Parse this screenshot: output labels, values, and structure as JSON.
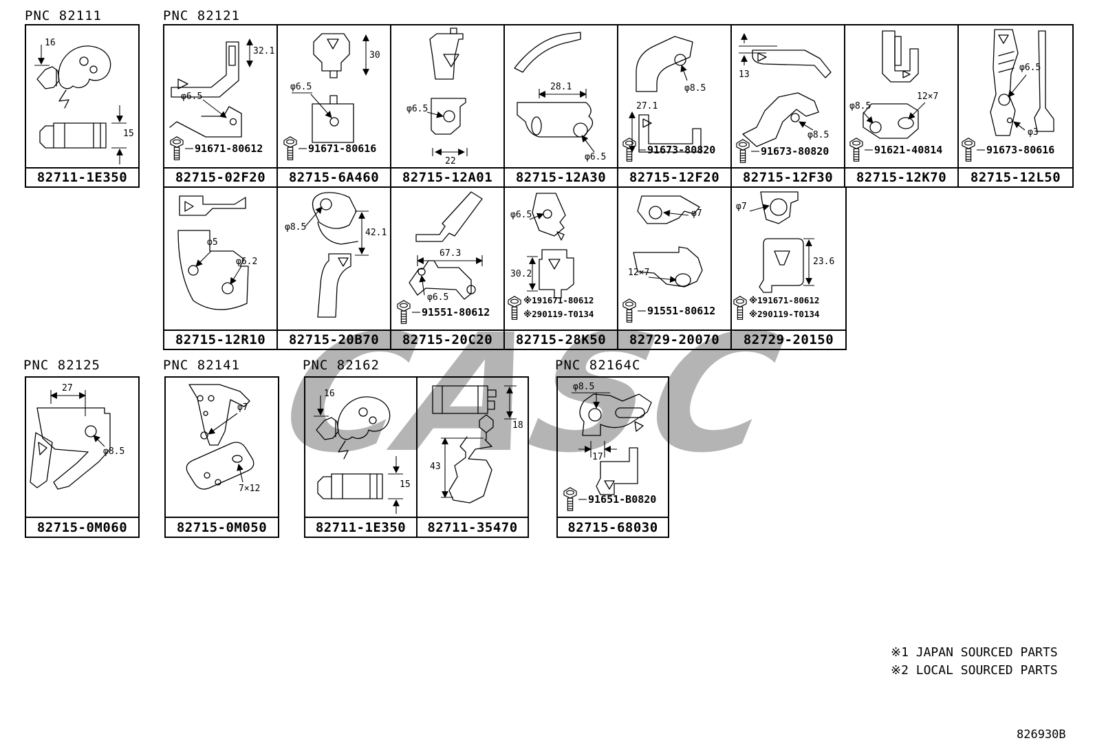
{
  "watermark": "CASC",
  "page": {
    "doc_number": "826930B"
  },
  "footnotes": {
    "f1": "※1 JAPAN SOURCED PARTS",
    "f2": "※2 LOCAL SOURCED PARTS"
  },
  "groups": {
    "g82111": {
      "pnc": "PNC 82111",
      "cell": {
        "part": "82711-1E350",
        "dim1": "16",
        "dim2": "15"
      }
    },
    "g82121": {
      "pnc": "PNC 82121",
      "row1": [
        {
          "part": "82715-02F20",
          "dim1": "32.1",
          "dim2": "φ6.5",
          "bolt": "91671-80612"
        },
        {
          "part": "82715-6A460",
          "dim1": "30",
          "dim2": "φ6.5",
          "bolt": "91671-80616"
        },
        {
          "part": "82715-12A01",
          "dim1": "φ6.5",
          "dim2": "22"
        },
        {
          "part": "82715-12A30",
          "dim1": "28.1",
          "dim2": "φ6.5"
        },
        {
          "part": "82715-12F20",
          "dim1": "27.1",
          "dim2": "φ8.5",
          "bolt": "91673-80820"
        },
        {
          "part": "82715-12F30",
          "dim1": "13",
          "dim2": "φ8.5",
          "bolt": "91673-80820"
        },
        {
          "part": "82715-12K70",
          "dim1": "φ8.5",
          "dim2": "12×7",
          "bolt": "91621-40814"
        },
        {
          "part": "82715-12L50",
          "dim1": "φ6.5",
          "dim2": "φ3",
          "bolt": "91673-80616"
        }
      ],
      "row2": [
        {
          "part": "82715-12R10",
          "dim1": "φ5",
          "dim2": "φ6.2"
        },
        {
          "part": "82715-20B70",
          "dim1": "φ8.5",
          "dim2": "42.1"
        },
        {
          "part": "82715-20C20",
          "dim1": "67.3",
          "dim2": "φ6.5",
          "bolt": "91551-80612"
        },
        {
          "part": "82715-28K50",
          "dim1": "φ6.5",
          "dim2": "30.2",
          "bolt": "※191671-80612",
          "bolt2": "※290119-T0134"
        },
        {
          "part": "82729-20070",
          "dim1": "φ7",
          "dim2": "12×7",
          "bolt": "91551-80612"
        },
        {
          "part": "82729-20150",
          "dim1": "φ7",
          "dim2": "23.6",
          "bolt": "※191671-80612",
          "bolt2": "※290119-T0134"
        }
      ]
    },
    "g82125": {
      "pnc": "PNC 82125",
      "cell": {
        "part": "82715-0M060",
        "dim1": "27",
        "dim2": "φ8.5"
      }
    },
    "g82141": {
      "pnc": "PNC 82141",
      "cell": {
        "part": "82715-0M050",
        "dim1": "φ7",
        "dim2": "7×12"
      }
    },
    "g82162": {
      "pnc": "PNC 82162",
      "cells": [
        {
          "part": "82711-1E350",
          "dim1": "16",
          "dim2": "15"
        },
        {
          "part": "82711-35470",
          "dim1": "18",
          "dim2": "43"
        }
      ]
    },
    "g82164c": {
      "pnc": "PNC 82164C",
      "cell": {
        "part": "82715-68030",
        "dim1": "φ8.5",
        "dim2": "17",
        "bolt": "91651-B0820"
      }
    }
  }
}
